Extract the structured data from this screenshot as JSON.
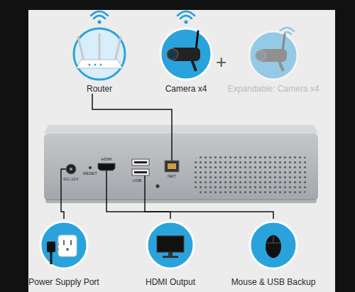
{
  "diagram": {
    "nodes": [
      {
        "text": [
          "Router"
        ]
      },
      {
        "text": [
          "Camera x4"
        ]
      },
      {
        "text": [
          "Expandable: Camera x4"
        ]
      },
      {
        "text": [
          "DC-12V",
          "RESET",
          "HDMI",
          "USB",
          "NET"
        ]
      },
      {
        "text": [
          "Power Supply Port"
        ]
      },
      {
        "text": [
          "HDMI Output"
        ]
      },
      {
        "text": [
          "Mouse & USB Backup"
        ]
      }
    ],
    "edges": [
      {
        "from": 0,
        "to": 3,
        "arrow": "none"
      },
      {
        "from": 4,
        "to": 3,
        "arrow": "none"
      },
      {
        "from": 5,
        "to": 3,
        "arrow": "none"
      },
      {
        "from": 6,
        "to": 3,
        "arrow": "none"
      }
    ],
    "labels": [
      "+"
    ]
  }
}
